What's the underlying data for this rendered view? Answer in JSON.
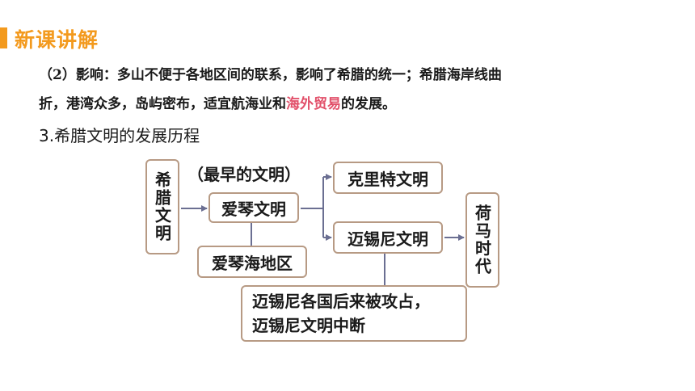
{
  "header": {
    "title": "新课讲解",
    "accent_color": "#f39a1e"
  },
  "content": {
    "para_line1": "（2）影响：多山不便于各地区间的联系，影响了希腊的统一；希腊海岸线曲",
    "para_line2_a": "折，港湾众多，岛屿密布，适宜航海业和",
    "para_line2_highlight": "海外贸易",
    "para_line2_b": "的发展。",
    "highlight_color": "#e2506a",
    "subheading": "3.希腊文明的发展历程"
  },
  "diagram": {
    "root": "希腊文明",
    "note": "（最早的文明）",
    "aiqin": "爱琴文明",
    "aiqin_region": "爱琴海地区",
    "crete": "克里特文明",
    "mycenae": "迈锡尼文明",
    "homer": "荷马时代",
    "conquest_line1": "迈锡尼各国后来被攻占，",
    "conquest_line2": "迈锡尼文明中断",
    "border_color": "#b79a84",
    "arrow_color": "#6b6f92"
  }
}
